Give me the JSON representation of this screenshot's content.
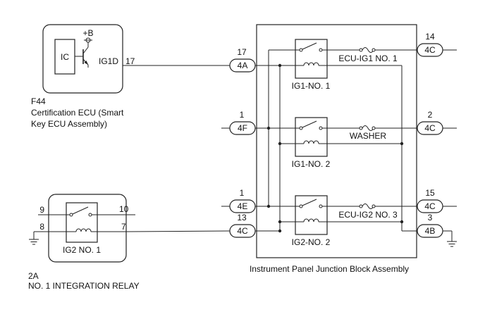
{
  "ecu": {
    "ref": "F44",
    "name_line1": "Certification ECU (Smart",
    "name_line2": "Key ECU Assembly)",
    "ic_label": "IC",
    "supply_label": "+B",
    "output_label": "IG1D",
    "output_pin": "17"
  },
  "relay": {
    "ref": "2A",
    "name": "NO. 1 INTEGRATION RELAY",
    "inner_label": "IG2 NO. 1",
    "pin_9": "9",
    "pin_10": "10",
    "pin_8": "8",
    "pin_7": "7"
  },
  "junction_block": {
    "name": "Instrument Panel Junction Block Assembly",
    "relays": [
      {
        "label": "IG1-NO. 1"
      },
      {
        "label": "IG1-NO. 2"
      },
      {
        "label": "IG2-NO. 2"
      }
    ],
    "fuses": [
      {
        "label": "ECU-IG1 NO. 1"
      },
      {
        "label": "WASHER"
      },
      {
        "label": "ECU-IG2 NO. 3"
      }
    ],
    "left_connectors": [
      {
        "pin": "17",
        "code": "4A"
      },
      {
        "pin": "1",
        "code": "4F"
      },
      {
        "pin": "1",
        "code": "4E"
      },
      {
        "pin": "13",
        "code": "4C"
      }
    ],
    "right_connectors": [
      {
        "pin": "14",
        "code": "4C"
      },
      {
        "pin": "2",
        "code": "4C"
      },
      {
        "pin": "15",
        "code": "4C"
      },
      {
        "pin": "3",
        "code": "4B"
      }
    ]
  }
}
